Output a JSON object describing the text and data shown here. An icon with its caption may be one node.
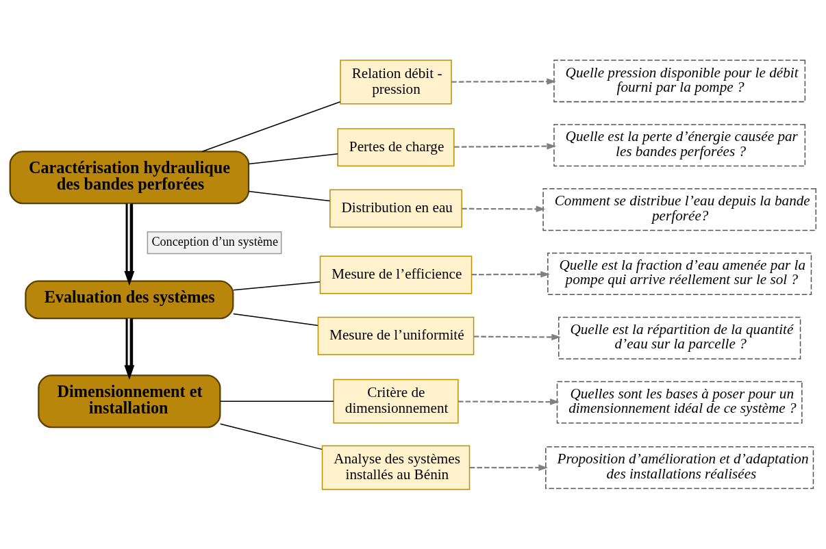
{
  "diagram": {
    "nodes": [
      {
        "text": [
          "Caractérisation hydraulique des bandes perforées"
        ]
      },
      {
        "text": [
          "Relation débit - pression"
        ]
      },
      {
        "text": [
          "Quelle pression disponible pour le débit fourni par la pompe ?"
        ]
      },
      {
        "text": [
          "Pertes de charge"
        ]
      },
      {
        "text": [
          "Quelle est la perte d’énergie causée par les bandes perforées ?"
        ]
      },
      {
        "text": [
          "Distribution en eau"
        ]
      },
      {
        "text": [
          "Comment se distribue l’eau depuis la bande perforée?"
        ]
      },
      {
        "text": [
          "Evaluation des systèmes"
        ]
      },
      {
        "text": [
          "Mesure de l’efficience"
        ]
      },
      {
        "text": [
          "Quelle est la fraction d’eau amenée par la pompe qui arrive réellement sur le sol ?"
        ]
      },
      {
        "text": [
          "Mesure de l’uniformité"
        ]
      },
      {
        "text": [
          "Quelle est la répartition de la quantité d’eau sur la parcelle ?"
        ]
      },
      {
        "text": [
          "Dimensionnement et installation"
        ]
      },
      {
        "text": [
          "Critère de dimensionnement"
        ]
      },
      {
        "text": [
          "Quelles sont les bases à poser pour un dimensionnement idéal de ce système ?"
        ]
      },
      {
        "text": [
          "Analyse des systèmes installés au Bénin"
        ]
      },
      {
        "text": [
          "Proposition d’amélioration et d’adaptation des installations réalisées"
        ]
      }
    ],
    "edges": [
      {
        "from": 0,
        "to": 1,
        "arrow": "none"
      },
      {
        "from": 0,
        "to": 3,
        "arrow": "none"
      },
      {
        "from": 0,
        "to": 5,
        "arrow": "none"
      },
      {
        "from": 1,
        "to": 2,
        "arrow": "to",
        "style": "dashed",
        "color": "#808080"
      },
      {
        "from": 3,
        "to": 4,
        "arrow": "to",
        "style": "dashed",
        "color": "#808080"
      },
      {
        "from": 5,
        "to": 6,
        "arrow": "to",
        "style": "dashed",
        "color": "#808080"
      },
      {
        "from": 0,
        "to": 7,
        "arrow": "to",
        "style": "thick",
        "label": "Conception d’un système"
      },
      {
        "from": 7,
        "to": 8,
        "arrow": "none"
      },
      {
        "from": 7,
        "to": 10,
        "arrow": "none"
      },
      {
        "from": 8,
        "to": 9,
        "arrow": "to",
        "style": "dashed",
        "color": "#808080"
      },
      {
        "from": 10,
        "to": 11,
        "arrow": "to",
        "style": "dashed",
        "color": "#808080"
      },
      {
        "from": 7,
        "to": 12,
        "arrow": "to",
        "style": "thick"
      },
      {
        "from": 12,
        "to": 13,
        "arrow": "none"
      },
      {
        "from": 12,
        "to": 15,
        "arrow": "none"
      },
      {
        "from": 13,
        "to": 14,
        "arrow": "to",
        "style": "dashed",
        "color": "#808080"
      },
      {
        "from": 15,
        "to": 16,
        "arrow": "to",
        "style": "dashed",
        "color": "#808080"
      }
    ]
  }
}
